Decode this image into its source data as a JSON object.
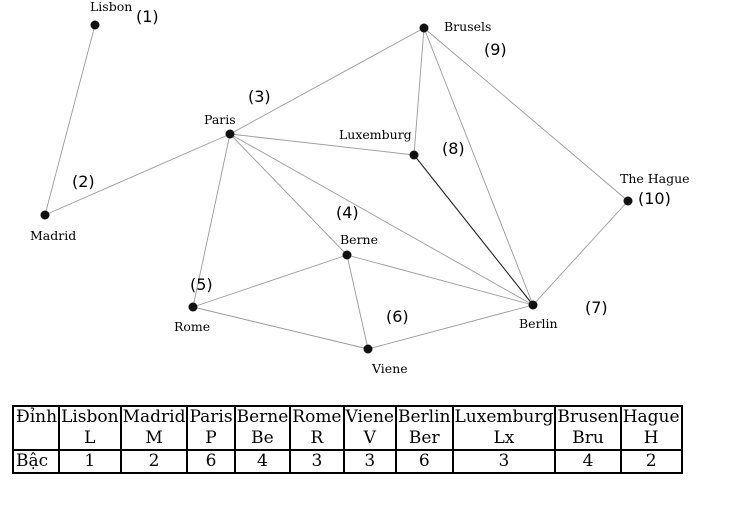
{
  "graph": {
    "nodes": [
      {
        "id": "lisbon",
        "label": "Lisbon",
        "number": "(1)"
      },
      {
        "id": "madrid",
        "label": "Madrid",
        "number": "(2)"
      },
      {
        "id": "paris",
        "label": "Paris",
        "number": "(3)"
      },
      {
        "id": "berne",
        "label": "Berne",
        "number": "(4)"
      },
      {
        "id": "rome",
        "label": "Rome",
        "number": "(5)"
      },
      {
        "id": "viene",
        "label": "Viene",
        "number": "(6)"
      },
      {
        "id": "berlin",
        "label": "Berlin",
        "number": "(7)"
      },
      {
        "id": "luxemburg",
        "label": "Luxemburg",
        "number": "(8)"
      },
      {
        "id": "brusels",
        "label": "Brusels",
        "number": "(9)"
      },
      {
        "id": "hague",
        "label": "The Hague",
        "number": "(10)"
      }
    ],
    "edges": [
      [
        "lisbon",
        "madrid"
      ],
      [
        "madrid",
        "paris"
      ],
      [
        "paris",
        "brusels"
      ],
      [
        "paris",
        "luxemburg"
      ],
      [
        "paris",
        "berne"
      ],
      [
        "paris",
        "rome"
      ],
      [
        "paris",
        "berlin"
      ],
      [
        "brusels",
        "luxemburg"
      ],
      [
        "brusels",
        "berlin"
      ],
      [
        "brusels",
        "hague"
      ],
      [
        "luxemburg",
        "berlin"
      ],
      [
        "hague",
        "berlin"
      ],
      [
        "berne",
        "rome"
      ],
      [
        "berne",
        "viene"
      ],
      [
        "berne",
        "berlin"
      ],
      [
        "rome",
        "viene"
      ],
      [
        "viene",
        "berlin"
      ]
    ]
  },
  "table": {
    "row_header_top": "Đỉnh",
    "row_header_bottom": "Bậc",
    "columns": [
      {
        "name": "Lisbon",
        "abbr": "L",
        "degree": "1"
      },
      {
        "name": "Madrid",
        "abbr": "M",
        "degree": "2"
      },
      {
        "name": "Paris",
        "abbr": "P",
        "degree": "6"
      },
      {
        "name": "Berne",
        "abbr": "Be",
        "degree": "4"
      },
      {
        "name": "Rome",
        "abbr": "R",
        "degree": "3"
      },
      {
        "name": "Viene",
        "abbr": "V",
        "degree": "3"
      },
      {
        "name": "Berlin",
        "abbr": "Ber",
        "degree": "6"
      },
      {
        "name": "Luxemburg",
        "abbr": "Lx",
        "degree": "3"
      },
      {
        "name": "Brusen",
        "abbr": "Bru",
        "degree": "4"
      },
      {
        "name": "Hague",
        "abbr": "H",
        "degree": "2"
      }
    ]
  }
}
